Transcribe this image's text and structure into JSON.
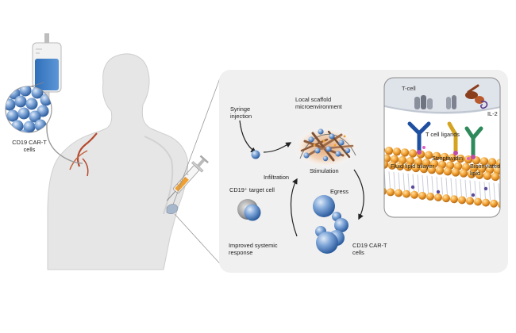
{
  "labels": {
    "cart_cells": "CD19 CAR-T\ncells",
    "syringe_injection": "Syringe\ninjection",
    "local_scaffold": "Local scaffold\nmicroenvironment",
    "stimulation": "Stimulation",
    "infiltration": "Infiltration",
    "egress": "Egress",
    "target_cell": "CD19⁺ target cell",
    "improved_response": "Improved systemic\nresponse",
    "cart_cells_2": "CD19 CAR-T\ncells",
    "t_cell": "T-cell",
    "il2": "IL-2",
    "t_cell_ligands": "T cell ligands",
    "streptavidin": "Streptavidin",
    "fluid_lipid_bilayer": "Fluid lipid bilayer",
    "biotinylated_lipid": "Biotinylated\nlipid"
  },
  "colors": {
    "cell_blue": "#3b73b8",
    "skin": "#e4e4e4",
    "lipid_orange": "#f0a030",
    "panel_bg": "#f0f0f0",
    "il2_brown": "#8a3e1c"
  }
}
